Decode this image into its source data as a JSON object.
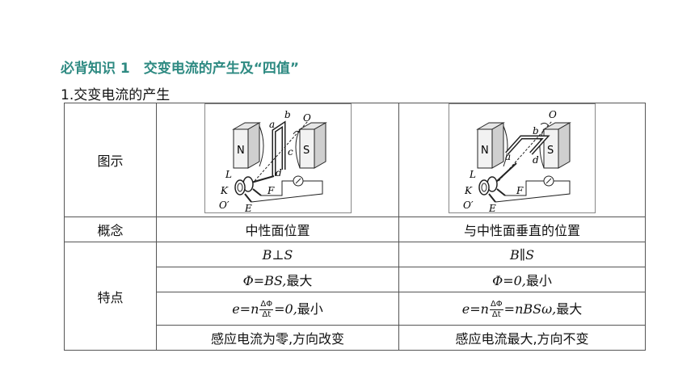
{
  "heading": "必背知识 1　交变电流的产生及“四值”",
  "subheading": "1.交变电流的产生",
  "table": {
    "row_labels": {
      "image": "图示",
      "concept": "概念",
      "features": "特点"
    },
    "columns": [
      {
        "concept": "中性面位置",
        "relation": "B⊥S",
        "flux_symbol": "Φ",
        "flux_value": "=BS,",
        "flux_note": "最大",
        "emf_prefix": "e=n",
        "frac_num": "ΔΦ",
        "frac_den": "Δt",
        "emf_value": "=0,",
        "emf_note": "最小",
        "current": "感应电流为零,方向改变"
      },
      {
        "concept": "与中性面垂直的位置",
        "relation": "B∥S",
        "flux_symbol": "Φ",
        "flux_value": "=0,",
        "flux_note": "最小",
        "emf_prefix": "e=n",
        "frac_num": "ΔΦ",
        "frac_den": "Δt",
        "emf_value": "=nBSω,",
        "emf_note": "最大",
        "current": "感应电流最大,方向不变"
      }
    ]
  },
  "figure1": {
    "N": "N",
    "S": "S",
    "a": "a",
    "b": "b",
    "c": "c",
    "d": "d",
    "O": "O",
    "L": "L",
    "K": "K",
    "Oprime": "O′",
    "E": "E",
    "F": "F"
  },
  "figure2": {
    "N": "N",
    "S": "S",
    "a": "a",
    "b": "b",
    "d": "d",
    "O": "O",
    "L": "L",
    "K": "K",
    "Oprime": "O′",
    "E": "E",
    "F": "F"
  }
}
